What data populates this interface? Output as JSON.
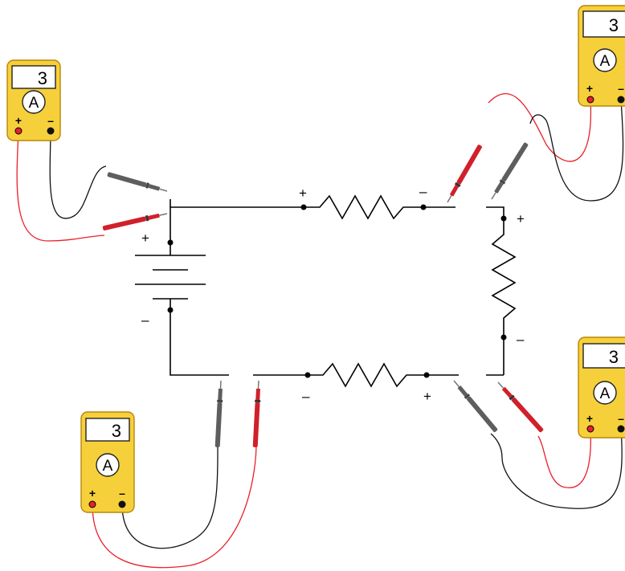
{
  "colors": {
    "meter_body": "#f6d03a",
    "meter_border": "#b8860b",
    "wire": "#000000",
    "probe_red": "#d0202b",
    "probe_gray": "#5e5e5e",
    "lead_red": "#e8202b",
    "lead_black": "#111111"
  },
  "meters": [
    {
      "reading": "3",
      "symbol": "A",
      "pos_label": "+",
      "neg_label": "–"
    },
    {
      "reading": "3",
      "symbol": "A",
      "pos_label": "+",
      "neg_label": "–"
    },
    {
      "reading": "3",
      "symbol": "A",
      "pos_label": "+",
      "neg_label": "–"
    },
    {
      "reading": "3",
      "symbol": "A",
      "pos_label": "+",
      "neg_label": "–"
    }
  ],
  "battery": {
    "pos_label": "+",
    "neg_label": "–"
  },
  "resistors": {
    "top": {
      "left_label": "+",
      "right_label": "–"
    },
    "right": {
      "top_label": "+",
      "bottom_label": "–"
    },
    "bottom": {
      "left_label": "–",
      "right_label": "+"
    }
  }
}
